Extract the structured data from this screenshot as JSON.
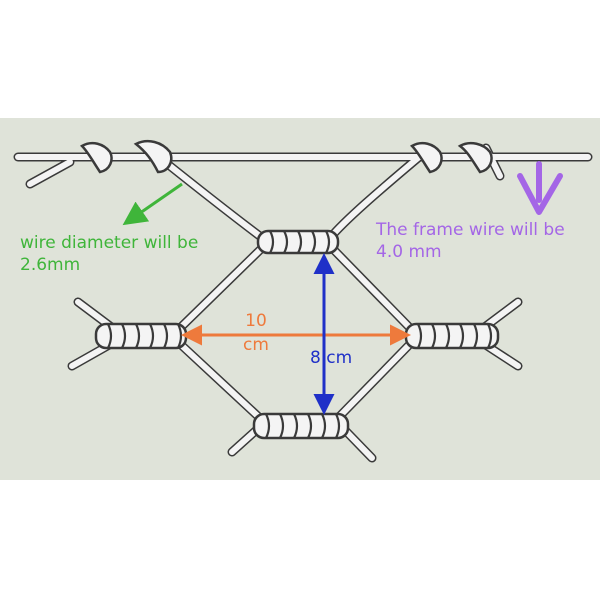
{
  "labels": {
    "wire_diameter_line1": "wire diameter will be",
    "wire_diameter_line2": "2.6mm",
    "frame_wire_line1": "The frame wire will be",
    "frame_wire_line2": "4.0 mm",
    "width_value": "10",
    "width_unit": "cm",
    "height_label": "8 cm"
  },
  "colors": {
    "background": "#ffffff",
    "panel": "#dfe3d9",
    "wire_fill": "#f4f4f4",
    "wire_outline": "#3a3a3a",
    "wire_diameter_label": "#3fb53a",
    "frame_wire_label": "#a466e6",
    "width_arrow": "#ee7a3c",
    "height_arrow": "#1f30c8"
  }
}
